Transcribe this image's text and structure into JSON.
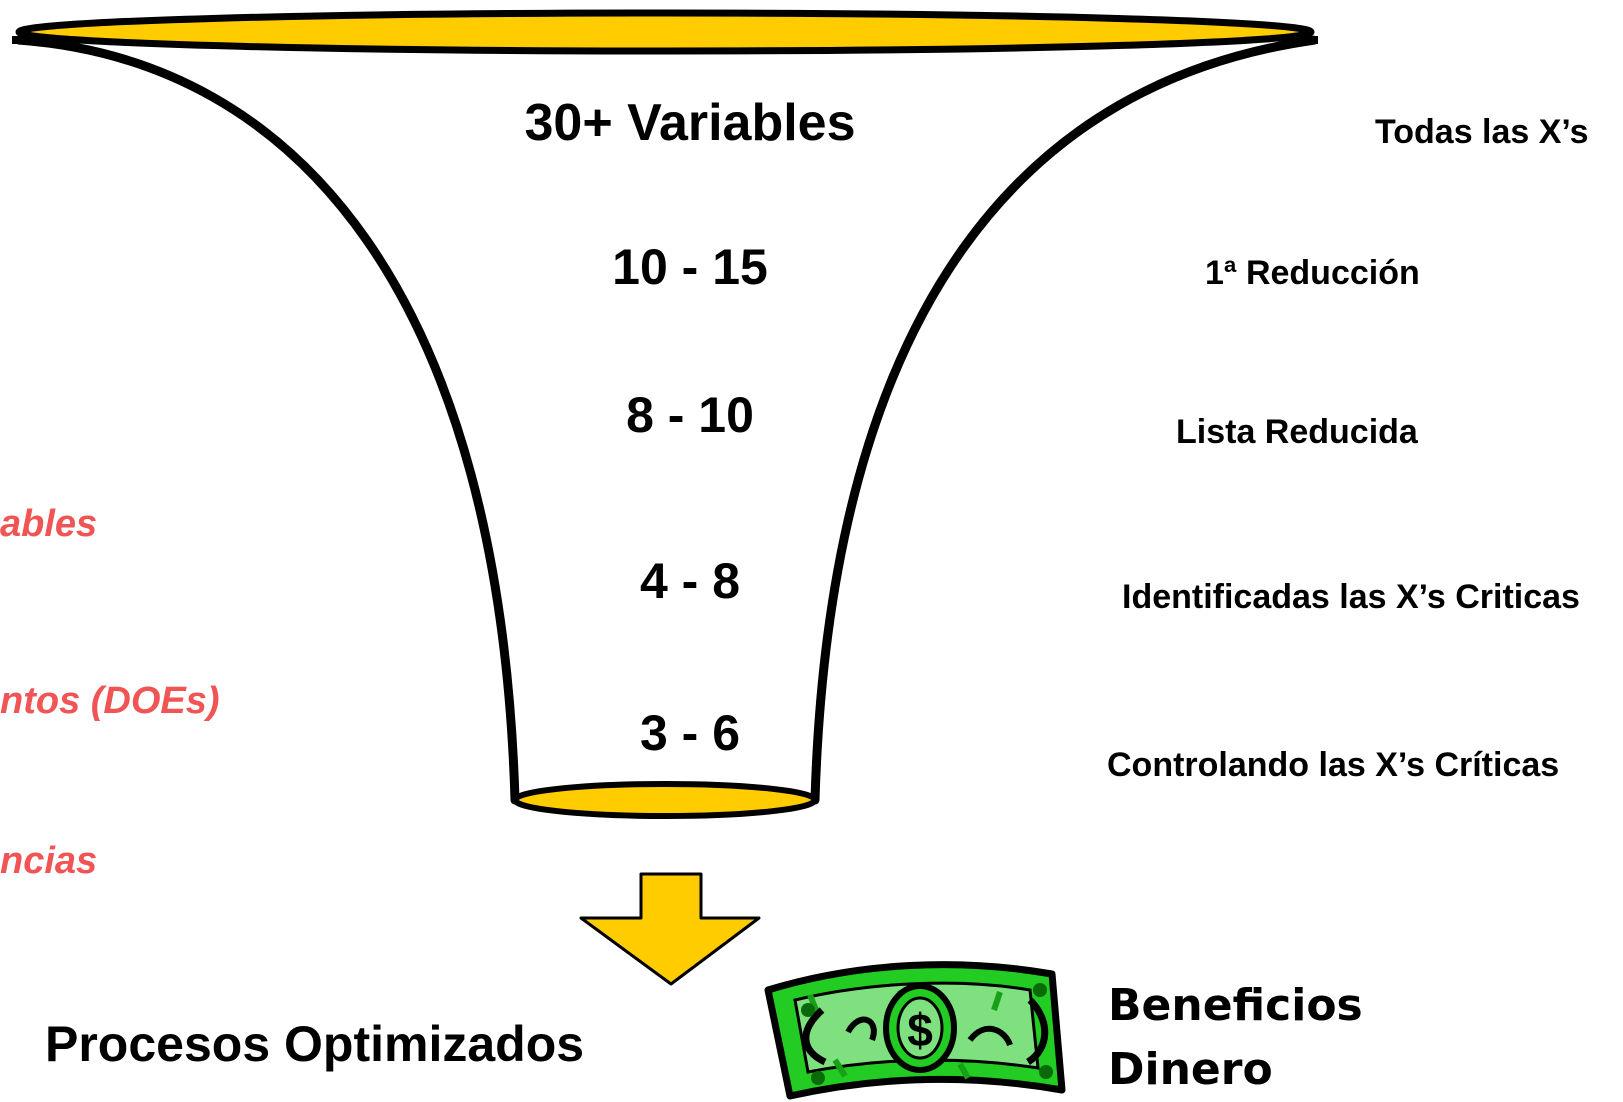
{
  "funnel": {
    "counts": [
      "30+ Variables",
      "10 - 15",
      "8 - 10",
      "4 - 8",
      "3 - 6"
    ],
    "stage_labels": [
      "Todas las X’s",
      "1ª Reducción",
      "Lista Reducida",
      "Identificadas las X’s Criticas",
      "Controlando las X’s Críticas"
    ],
    "colors": {
      "rim": "#FFCC00",
      "outline": "#000000",
      "arrow": "#FFCC00"
    }
  },
  "tools": [
    "ables",
    "ntos (DOEs)",
    "ncias"
  ],
  "tools_color": "#F05454",
  "result": {
    "main": "Procesos Optimizados",
    "icon": "dollar-bill-icon",
    "benefits": [
      "Beneficios",
      "Dinero"
    ],
    "bill_color": "#22CC22"
  }
}
